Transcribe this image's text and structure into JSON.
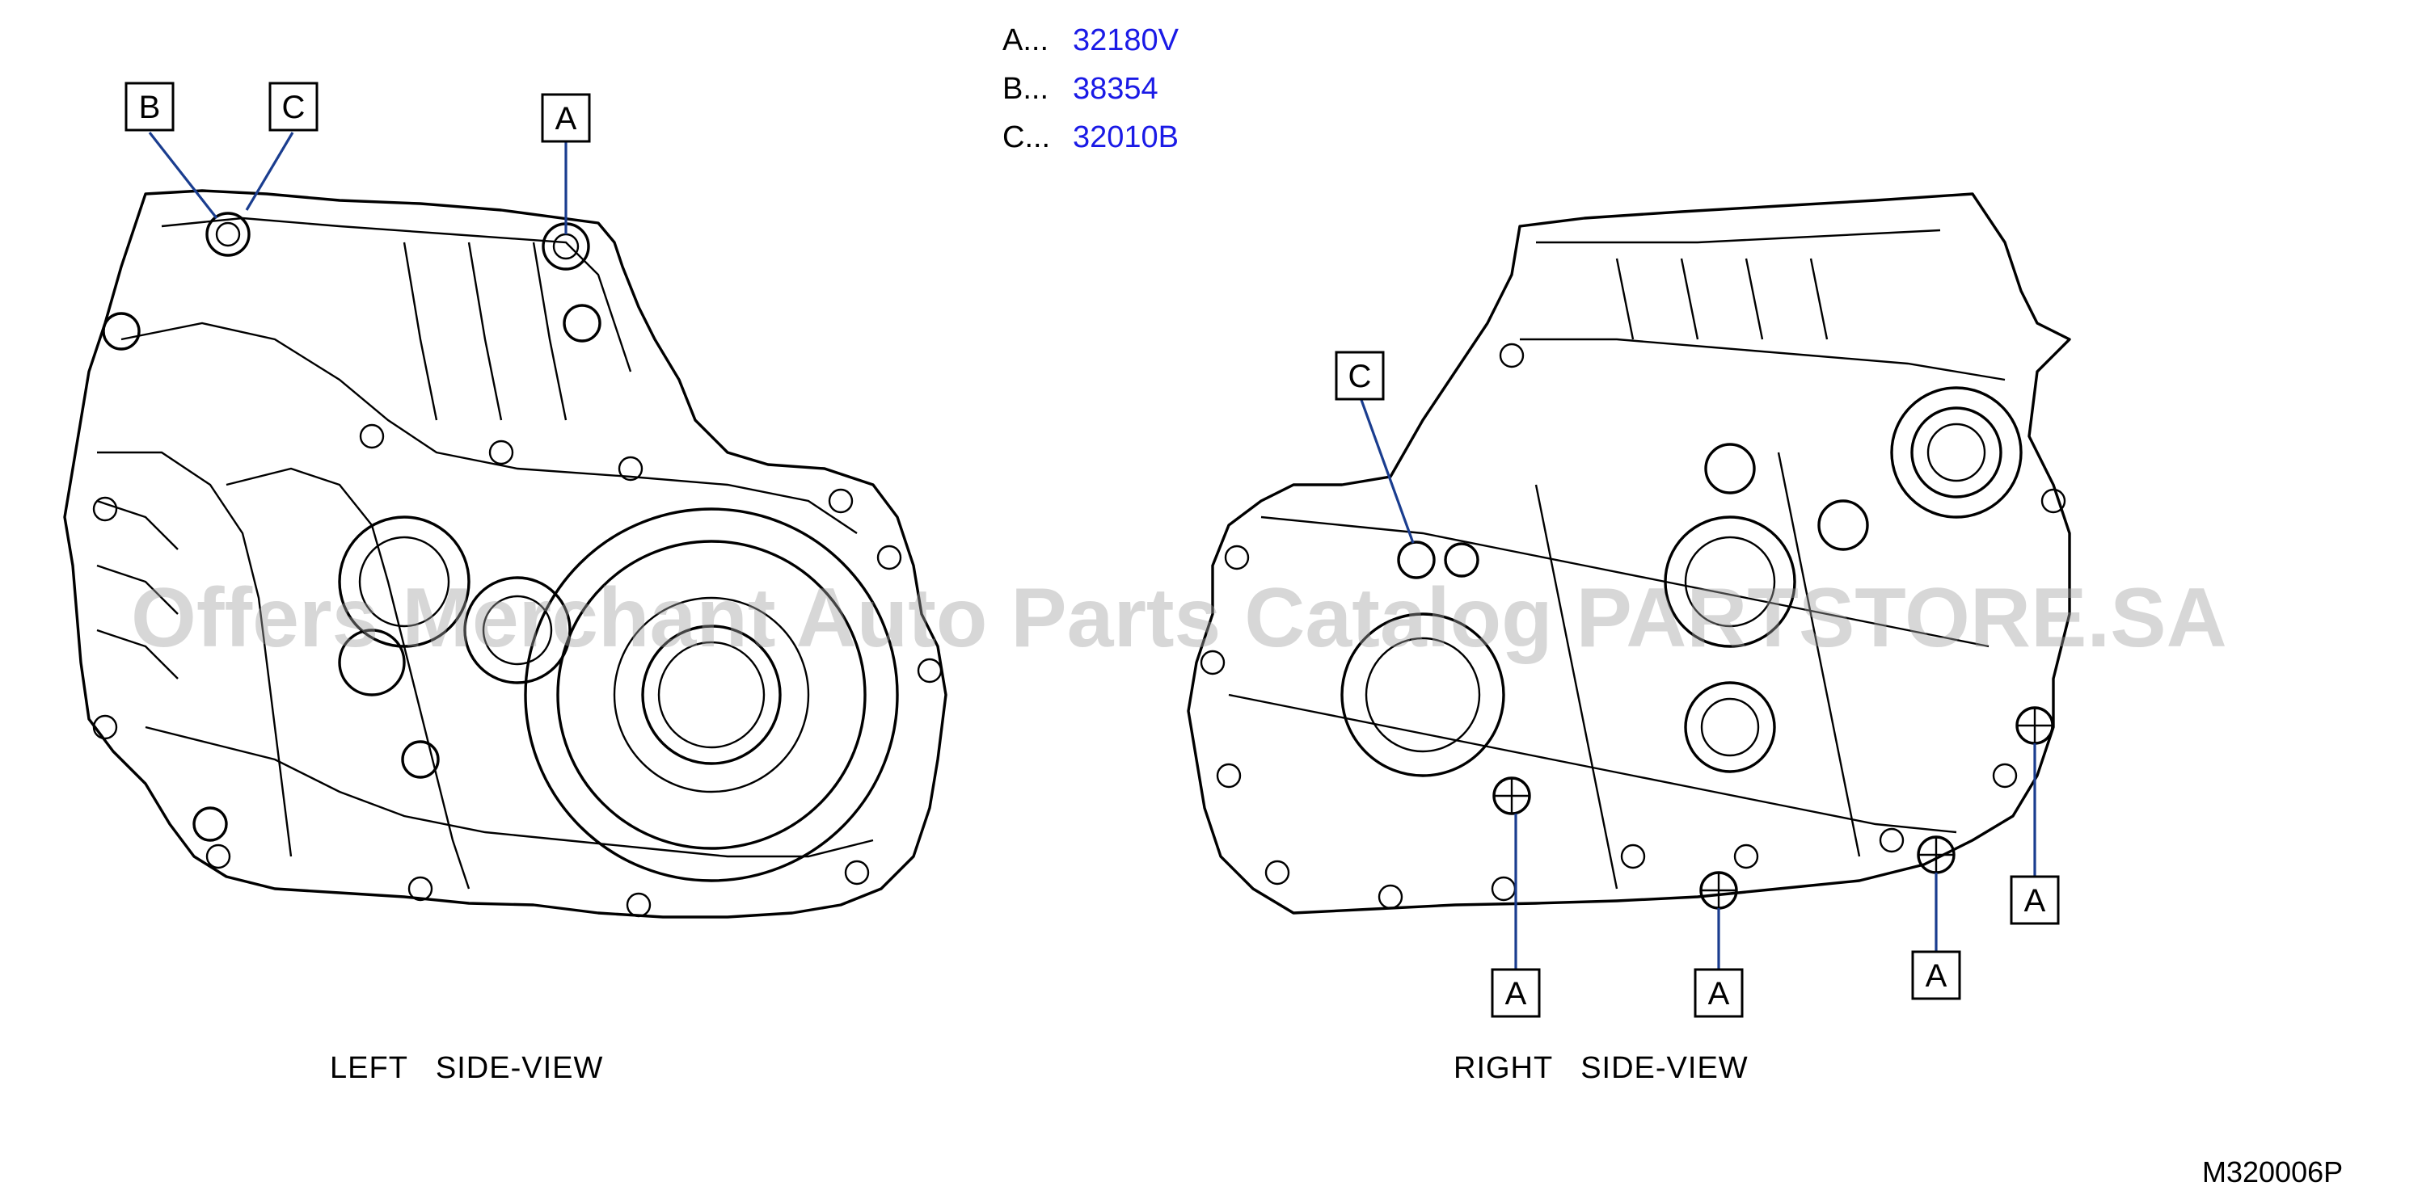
{
  "legend": [
    {
      "key": "A...",
      "value": "32180V"
    },
    {
      "key": "B...",
      "value": "38354"
    },
    {
      "key": "C...",
      "value": "32010B"
    }
  ],
  "views": {
    "left": {
      "caption": "LEFT   SIDE-VIEW",
      "labels": [
        "B",
        "C",
        "A"
      ]
    },
    "right": {
      "caption": "RIGHT   SIDE-VIEW",
      "labels": [
        "C",
        "A",
        "A",
        "A",
        "A"
      ]
    }
  },
  "diagram_code": "M320006P",
  "watermark": "Offers Merchant Auto Parts Catalog PARTSTORE.SA",
  "colors": {
    "legend_value": "#1a1ae6",
    "leader": "#1a3d8f",
    "watermark": "#a0a0a0"
  }
}
